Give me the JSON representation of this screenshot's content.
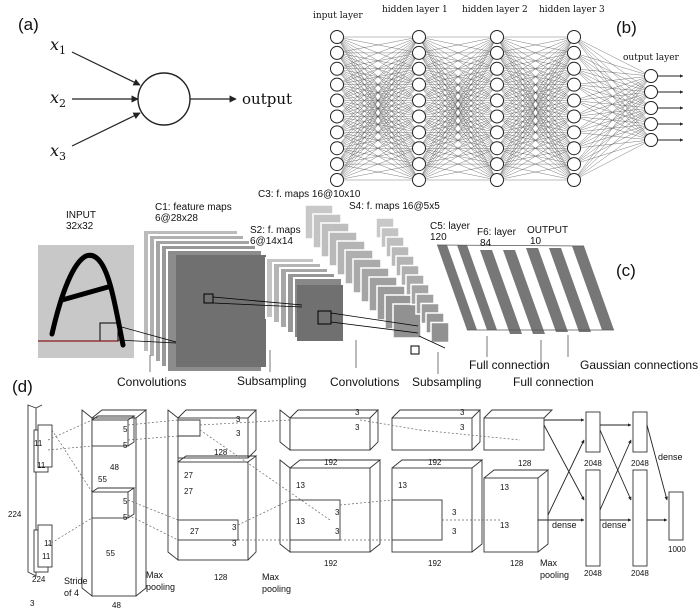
{
  "panel_labels": {
    "a": "(a)",
    "b": "(b)",
    "c": "(c)",
    "d": "(d)"
  },
  "panel_a": {
    "inputs": [
      "x",
      "x",
      "x"
    ],
    "subscripts": [
      "1",
      "2",
      "3"
    ],
    "output": "output"
  },
  "panel_b": {
    "layer_titles": [
      "input layer",
      "hidden layer 1",
      "hidden layer 2",
      "hidden layer 3",
      "output layer"
    ],
    "node_counts": [
      10,
      10,
      10,
      10,
      5
    ]
  },
  "panel_c": {
    "input": [
      "INPUT",
      "32x32"
    ],
    "c1": [
      "C1: feature maps",
      "6@28x28"
    ],
    "s2": [
      "S2: f. maps",
      "6@14x14"
    ],
    "c3": [
      "C3: f. maps 16@10x10"
    ],
    "s4": [
      "S4: f. maps 16@5x5"
    ],
    "c5": [
      "C5: layer",
      "120"
    ],
    "f6": [
      "F6: layer",
      "84"
    ],
    "output": [
      "OUTPUT",
      "10"
    ],
    "ops": [
      "Convolutions",
      "Subsampling",
      "Convolutions",
      "Subsampling",
      "Full connection",
      "Full connection",
      "Gaussian connections"
    ]
  },
  "panel_d": {
    "stride": [
      "Stride",
      "of 4"
    ],
    "pooling": [
      "Max",
      "pooling"
    ],
    "dense": "dense",
    "sizes": {
      "in": [
        "224",
        "224",
        "3",
        "11",
        "11",
        "11",
        "11"
      ],
      "l1": [
        "5",
        "5",
        "48",
        "55",
        "55",
        "5",
        "5",
        "48"
      ],
      "l2": [
        "3",
        "3",
        "128",
        "27",
        "27",
        "27",
        "3",
        "3",
        "128"
      ],
      "l3": [
        "3",
        "3",
        "192",
        "13",
        "13",
        "3",
        "3",
        "192"
      ],
      "l4": [
        "3",
        "3",
        "192",
        "13",
        "3",
        "3",
        "192"
      ],
      "l5": [
        "128",
        "13",
        "13",
        "128"
      ],
      "fc": [
        "2048",
        "2048",
        "2048",
        "2048",
        "1000"
      ]
    }
  }
}
